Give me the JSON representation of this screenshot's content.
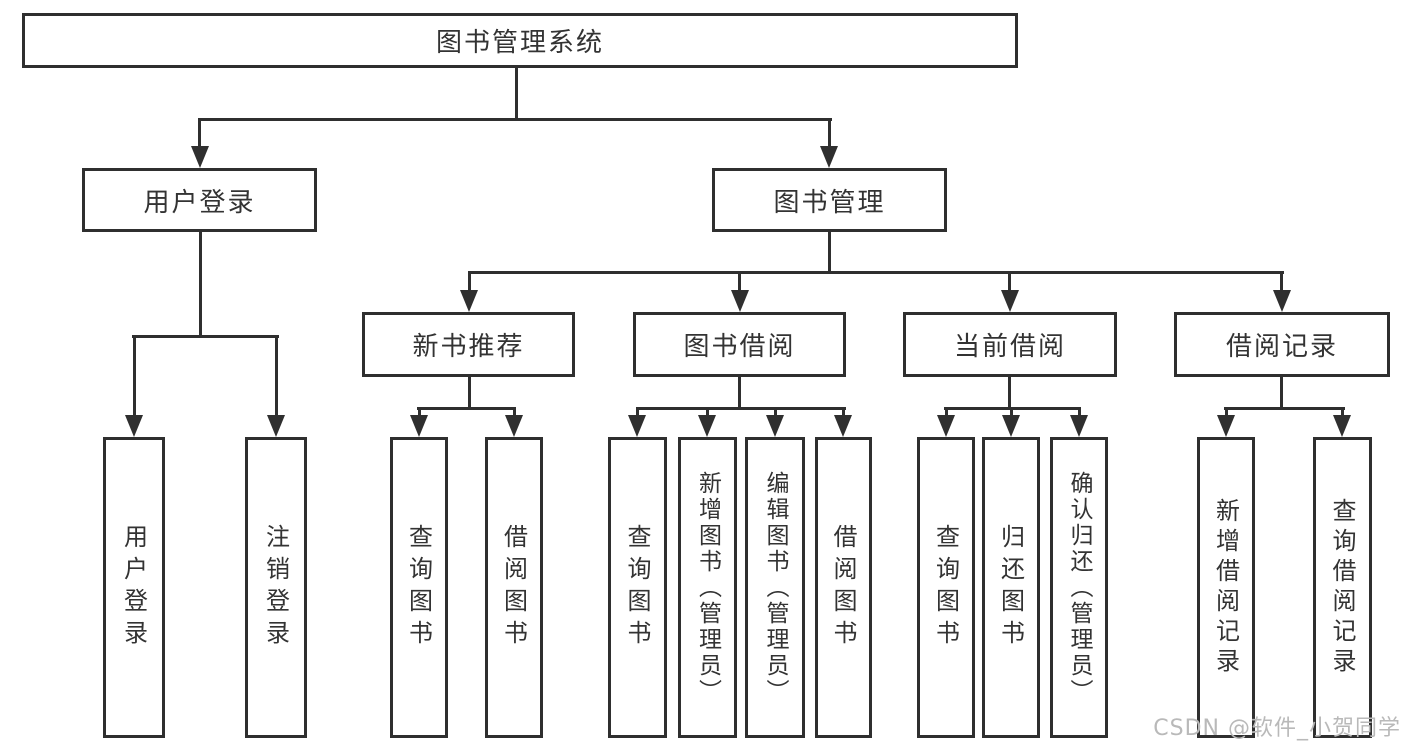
{
  "diagram": {
    "nodes": {
      "root": "图书管理系统",
      "user_login": "用户登录",
      "book_mgmt": "图书管理",
      "new_book_rec": "新书推荐",
      "book_borrow": "图书借阅",
      "current_borrow": "当前借阅",
      "borrow_record": "借阅记录",
      "login": "用户登录",
      "logout": "注销登录",
      "rec_query": "查询图书",
      "rec_borrow": "借阅图书",
      "bb_query": "查询图书",
      "bb_add": "新增图书（管理员）",
      "bb_edit": "编辑图书（管理员）",
      "bb_borrow": "借阅图书",
      "cb_query": "查询图书",
      "cb_return": "归还图书",
      "cb_confirm": "确认归还（管理员）",
      "br_add": "新增借阅记录",
      "br_query": "查询借阅记录"
    },
    "hierarchy": {
      "图书管理系统": [
        "用户登录",
        "图书管理"
      ],
      "用户登录": [
        "用户登录",
        "注销登录"
      ],
      "图书管理": [
        "新书推荐",
        "图书借阅",
        "当前借阅",
        "借阅记录"
      ],
      "新书推荐": [
        "查询图书",
        "借阅图书"
      ],
      "图书借阅": [
        "查询图书",
        "新增图书（管理员）",
        "编辑图书（管理员）",
        "借阅图书"
      ],
      "当前借阅": [
        "查询图书",
        "归还图书",
        "确认归还（管理员）"
      ],
      "借阅记录": [
        "新增借阅记录",
        "查询借阅记录"
      ]
    },
    "colors": {
      "line": "#2f2f2f",
      "text": "#333333",
      "background": "#ffffff",
      "watermark": "#b9b9b9"
    }
  },
  "watermark": "CSDN @软件_小贺同学"
}
